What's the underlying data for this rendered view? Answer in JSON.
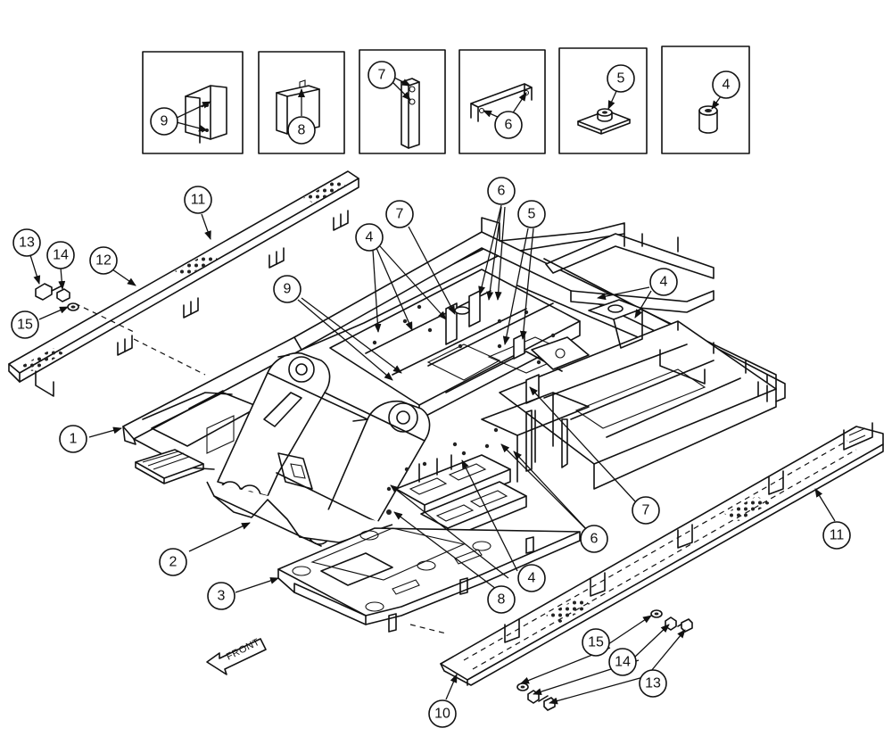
{
  "front_label": "FRONT",
  "callout_labels": [
    "1",
    "2",
    "3",
    "4",
    "5",
    "6",
    "7",
    "8",
    "9",
    "10",
    "11",
    "12",
    "13",
    "14",
    "15"
  ],
  "detail_panel_labels": [
    "9",
    "8",
    "7",
    "6",
    "5",
    "4"
  ]
}
